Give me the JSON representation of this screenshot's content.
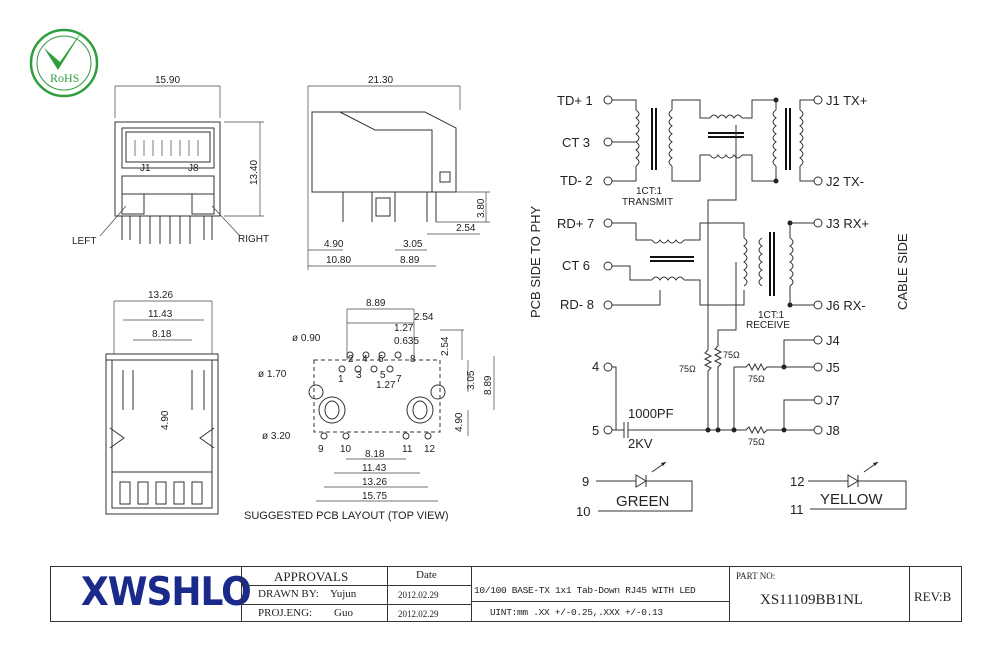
{
  "rohs": {
    "text": "RoHS",
    "color": "#2e9e3c"
  },
  "front_view": {
    "width": "15.90",
    "height": "13.40",
    "left_label": "LEFT",
    "right_label": "RIGHT",
    "pin_a": "J1",
    "pin_b": "J8"
  },
  "side_view": {
    "length": "21.30",
    "dims": [
      "3.80",
      "2.54",
      "4.90",
      "3.05",
      "10.80",
      "8.89"
    ]
  },
  "bottom_view": {
    "dims": [
      "13.26",
      "11.43",
      "8.18",
      "4.90"
    ]
  },
  "pcb_layout": {
    "title": "SUGGESTED PCB LAYOUT (TOP VIEW)",
    "top_dims": [
      "8.89",
      "2.54",
      "1.27",
      "0.635"
    ],
    "right_dims": [
      "2.54",
      "3.05",
      "8.89",
      "4.90"
    ],
    "hole_labels": [
      "ø 0.90",
      "ø 1.70",
      "ø 3.20"
    ],
    "mid_dim": "1.27",
    "pin_numbers": [
      "2",
      "4",
      "6",
      "8",
      "1",
      "3",
      "5",
      "7",
      "9",
      "10",
      "11",
      "12"
    ],
    "bottom_dims": [
      "8.18",
      "11.43",
      "13.26",
      "15.75"
    ]
  },
  "schematic": {
    "pcb_side": "PCB SIDE TO PHY",
    "cable_side": "CABLE SIDE",
    "left_pins": [
      "TD+ 1",
      "CT  3",
      "TD- 2",
      "RD+ 7",
      "CT  6",
      "RD- 8",
      "4",
      "5"
    ],
    "right_pins": [
      "J1 TX+",
      "J2 TX-",
      "J3 RX+",
      "J6 RX-",
      "J4",
      "J5",
      "J7",
      "J8"
    ],
    "transmit_ratio": "1CT:1",
    "transmit_label": "TRANSMIT",
    "receive_ratio": "1CT:1",
    "receive_label": "RECEIVE",
    "resistors": [
      "75Ω",
      "75Ω",
      "75Ω",
      "75Ω"
    ],
    "capacitor": "1000PF",
    "voltage": "2KV",
    "led_green": {
      "pins": [
        "9",
        "10"
      ],
      "label": "GREEN"
    },
    "led_yellow": {
      "pins": [
        "12",
        "11"
      ],
      "label": "YELLOW"
    }
  },
  "title_block": {
    "logo": "XWSHLO",
    "approvals": "APPROVALS",
    "date_header": "Date",
    "drawn_by_label": "DRAWN BY:",
    "drawn_by": "Yujun",
    "drawn_date": "2012.02.29",
    "proj_eng_label": "PROJ.ENG:",
    "proj_eng": "Guo",
    "proj_date": "2012.02.29",
    "description": "10/100 BASE-TX 1x1 Tab-Down RJ45 WITH LED",
    "tolerance": "UINT:mm .XX +/-0.25,.XXX +/-0.13",
    "part_no_label": "PART NO:",
    "part_no": "XS11109BB1NL",
    "rev": "REV:B"
  }
}
